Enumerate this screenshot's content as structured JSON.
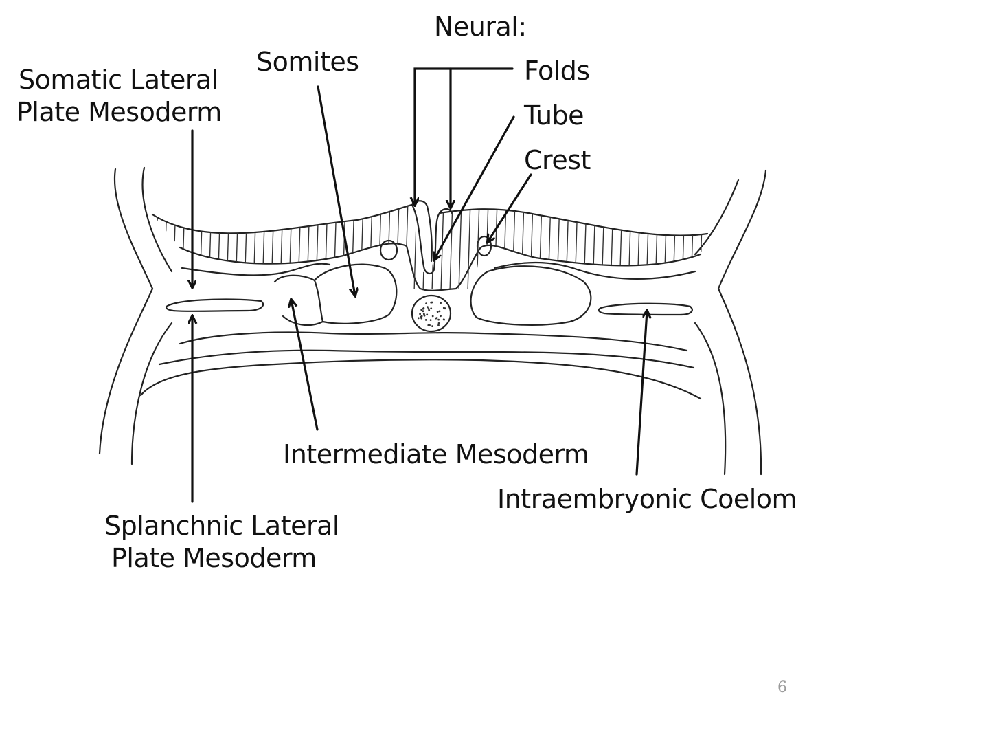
{
  "labels": {
    "neural": "Neural:",
    "folds": "Folds",
    "tube": "Tube",
    "crest": "Crest",
    "somites": "Somites",
    "somatic_line1": "Somatic Lateral",
    "somatic_line2": "Plate Mesoderm",
    "intermediate": "Intermediate Mesoderm",
    "coelom": "Intraembryonic Coelom",
    "splanchnic_line1": "Splanchnic Lateral",
    "splanchnic_line2": "Plate Mesoderm"
  },
  "page_number": "6",
  "colors": {
    "ink": "#111111",
    "stroke": "#222222",
    "page_number": "#9a9a9a"
  }
}
